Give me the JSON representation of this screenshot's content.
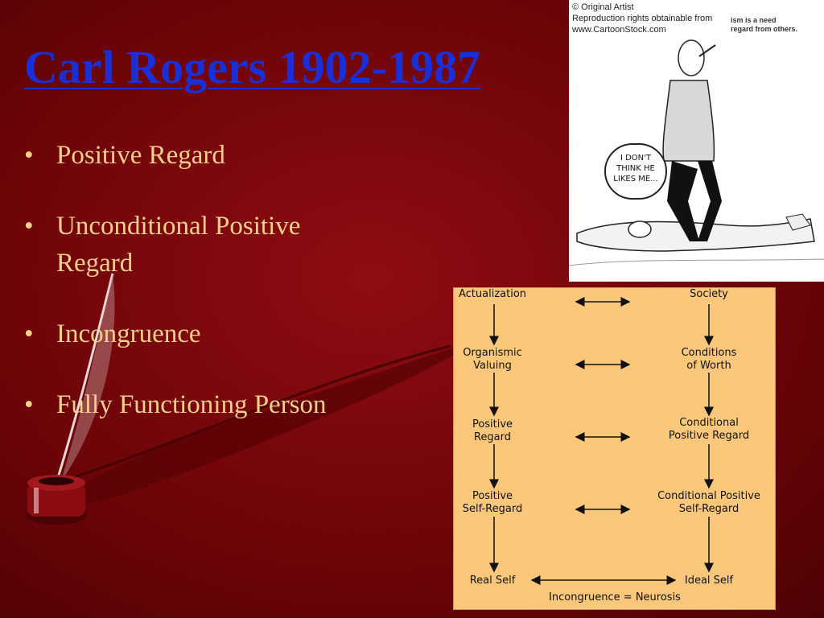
{
  "slide": {
    "title": "Carl Rogers 1902-1987",
    "bullets": [
      "Positive Regard",
      "Unconditional Positive Regard",
      "Incongruence",
      "Fully Functioning Person"
    ],
    "bullet_symbol": "•"
  },
  "cartoon": {
    "credit": "© Original Artist\nReproduction rights obtainable from\nwww.CartoonStock.com",
    "caption": "ism is a need\nregard from others.",
    "speech": "I DON'T\nTHINK HE\nLIKES ME..."
  },
  "diagram": {
    "left_column": [
      "Actualization",
      "Organismic\nValuing",
      "Positive\nRegard",
      "Positive\nSelf-Regard",
      "Real Self"
    ],
    "right_column": [
      "Society",
      "Conditions\nof Worth",
      "Conditional\nPositive Regard",
      "Conditional Positive\nSelf-Regard",
      "Ideal Self"
    ],
    "footer": "Incongruence = Neurosis"
  },
  "colors": {
    "background": "#700509",
    "title": "#1a2fd6",
    "bullet_text": "#f7d08a",
    "diagram_bg": "#fbc77a"
  }
}
